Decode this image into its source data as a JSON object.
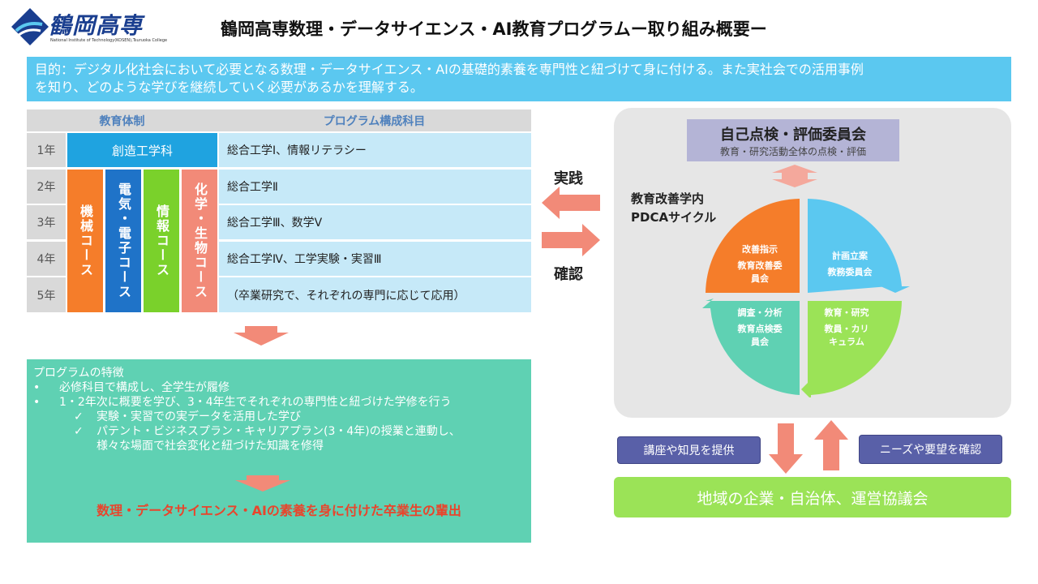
{
  "header": {
    "logo_text": "鶴岡高専",
    "logo_sub": "National Institute of Technology(KOSEN),Tsuruoka College",
    "title": "鶴岡高専数理・データサイエンス・AI教育プログラムー取り組み概要ー"
  },
  "purpose": {
    "line1": "目的：デジタル化社会において必要となる数理・データサイエンス・AIの基礎的素養を専門性と紐づけて身に付ける。また実社会での活用事例",
    "line2": "を知り、どのような学びを継続していく必要があるかを理解する。"
  },
  "table": {
    "header_left": "教育体制",
    "header_right": "プログラム構成科目",
    "years": [
      "1年",
      "2年",
      "3年",
      "4年",
      "5年"
    ],
    "common_dept": "創造工学科",
    "courses": [
      {
        "label": "機械コース",
        "color": "#f57d2a"
      },
      {
        "label": "電気・電子コース",
        "color": "#1f73c8"
      },
      {
        "label": "情報コース",
        "color": "#7ad12b"
      },
      {
        "label": "化学・生物コース",
        "color": "#f28a78"
      }
    ],
    "subjects": [
      "総合工学Ⅰ、情報リテラシー",
      "総合工学Ⅱ",
      "総合工学Ⅲ、数学Ⅴ",
      "総合工学Ⅳ、工学実験・実習Ⅲ",
      "（卒業研究で、それぞれの専門に応じて応用）"
    ]
  },
  "features": {
    "heading": "プログラムの特徴",
    "bullets": [
      "必修科目で構成し、全学生が履修",
      "1・2年次に概要を学び、3・4年生でそれぞれの専門性と紐づけた学修を行う"
    ],
    "checks": [
      "実験・実習での実データを活用した学び",
      "パテント・ビジネスプラン・キャリアプラン(3・4年)の授業と連動し、",
      "様々な場面で社会変化と紐づけた知識を修得"
    ],
    "bullet_mark": "•",
    "check_mark": "✓",
    "outcome": "数理・データサイエンス・AIの素養を身に付けた卒業生の輩出"
  },
  "flow": {
    "practice": "実践",
    "confirm": "確認"
  },
  "committee": {
    "title": "自己点検・評価委員会",
    "sub": "教育・研究活動全体の点検・評価"
  },
  "pdca": {
    "label_line1": "教育改善学内",
    "label_line2": "PDCAサイクル",
    "quadrants": {
      "act": {
        "line1": "改善指示",
        "line2": "教育改善委",
        "line3": "員会",
        "color": "#f57d2a"
      },
      "plan": {
        "line1": "計画立案",
        "line2": "教務委員会",
        "color": "#5bc8f0"
      },
      "check": {
        "line1": "調査・分析",
        "line2": "教育点検委",
        "line3": "員会",
        "color": "#5fd1b3"
      },
      "do": {
        "line1": "教育・研究",
        "line2": "教員・カリ",
        "line3": "キュラム",
        "color": "#9be357"
      }
    }
  },
  "bottom": {
    "provide": "講座や知見を提供",
    "needs": "ニーズや要望を確認",
    "region": "地域の企業・自治体、運営協議会"
  },
  "colors": {
    "banner": "#5bc8f0",
    "features_bg": "#5fd1b3",
    "arrow": "#f28a78",
    "outcome_text": "#e8452c"
  }
}
